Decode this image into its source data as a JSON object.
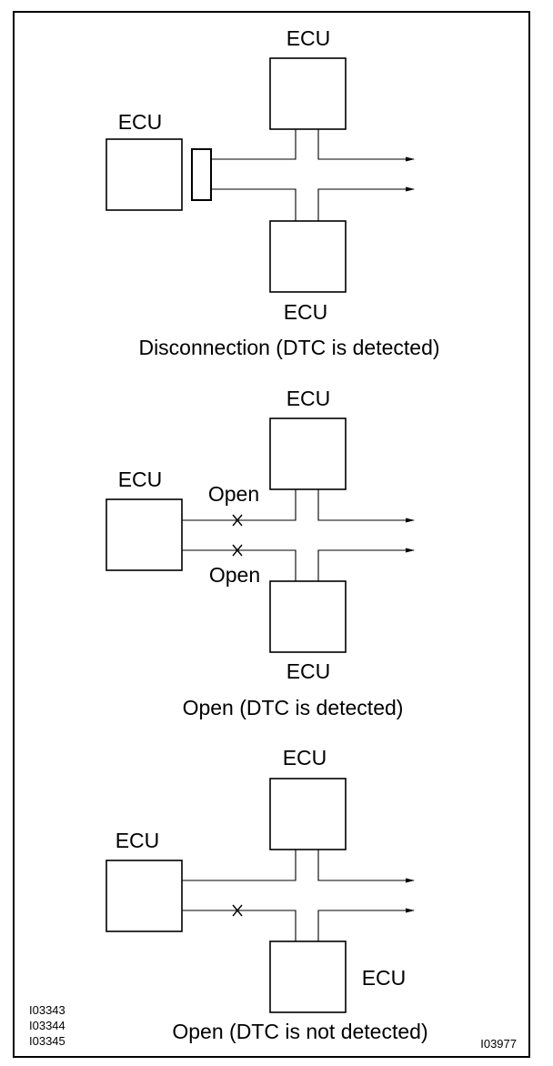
{
  "panels": [
    {
      "ecu_left": "ECU",
      "ecu_top": "ECU",
      "ecu_bottom": "ECU",
      "caption": "Disconnection (DTC is detected)"
    },
    {
      "ecu_left": "ECU",
      "ecu_top": "ECU",
      "ecu_bottom": "ECU",
      "open_top": "Open",
      "open_bottom": "Open",
      "caption": "Open (DTC is detected)"
    },
    {
      "ecu_left": "ECU",
      "ecu_top": "ECU",
      "ecu_bottom": "ECU",
      "caption": "Open (DTC is not detected)"
    }
  ],
  "reference_codes": [
    "I03343",
    "I03344",
    "I03345"
  ],
  "figure_id": "I03977",
  "colors": {
    "line": "#000000",
    "background": "#ffffff"
  },
  "icons": [
    "open-circuit-x-icon",
    "arrow-right-icon",
    "connector-icon"
  ]
}
